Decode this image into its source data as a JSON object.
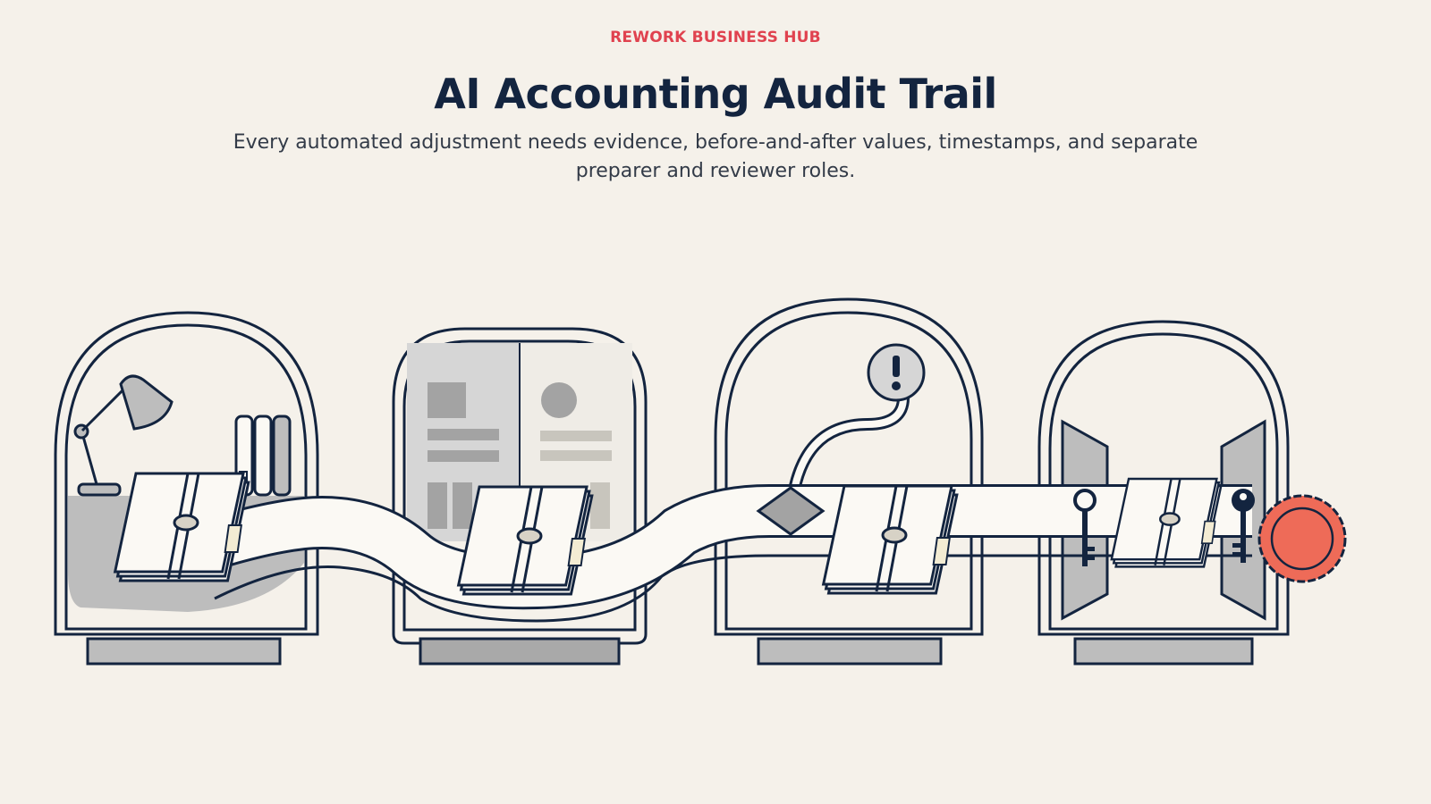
{
  "header": {
    "eyebrow": "REWORK BUSINESS HUB",
    "title": "AI Accounting Audit Trail",
    "subtitle": "Every automated adjustment needs evidence, before-and-after values, timestamps, and separate preparer and reviewer roles."
  },
  "stages": [
    {
      "id": "evidence",
      "icon": "desk-lamp-icon"
    },
    {
      "id": "before-after",
      "icon": "compare-panels-icon"
    },
    {
      "id": "timestamps",
      "icon": "alert-icon"
    },
    {
      "id": "roles",
      "icon": "keys-icon"
    }
  ],
  "colors": {
    "background": "#f5f1ea",
    "ink": "#13243f",
    "accent": "#e0424f",
    "seal": "#ee6b58",
    "gray": "#bdbdbd",
    "paper": "#fbf9f4"
  },
  "icons": [
    "desk-lamp-icon",
    "books-icon",
    "ledger-icon",
    "alert-icon",
    "decision-diamond-icon",
    "key-icon",
    "seal-icon"
  ]
}
